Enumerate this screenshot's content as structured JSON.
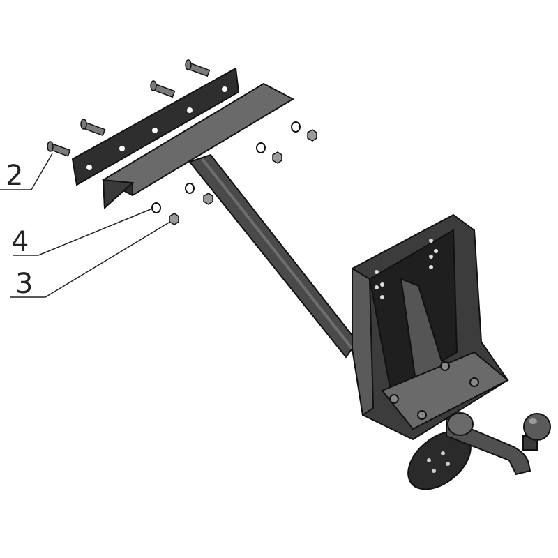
{
  "diagram": {
    "callouts": [
      {
        "label": "2",
        "part": "bolt"
      },
      {
        "label": "4",
        "part": "washer"
      },
      {
        "label": "3",
        "part": "nut"
      }
    ]
  },
  "colors": {
    "metal_dark": "#2e2e2e",
    "metal_mid": "#5a5a5a",
    "metal_light": "#8a8a8a",
    "outline": "#111111",
    "background": "#ffffff"
  }
}
